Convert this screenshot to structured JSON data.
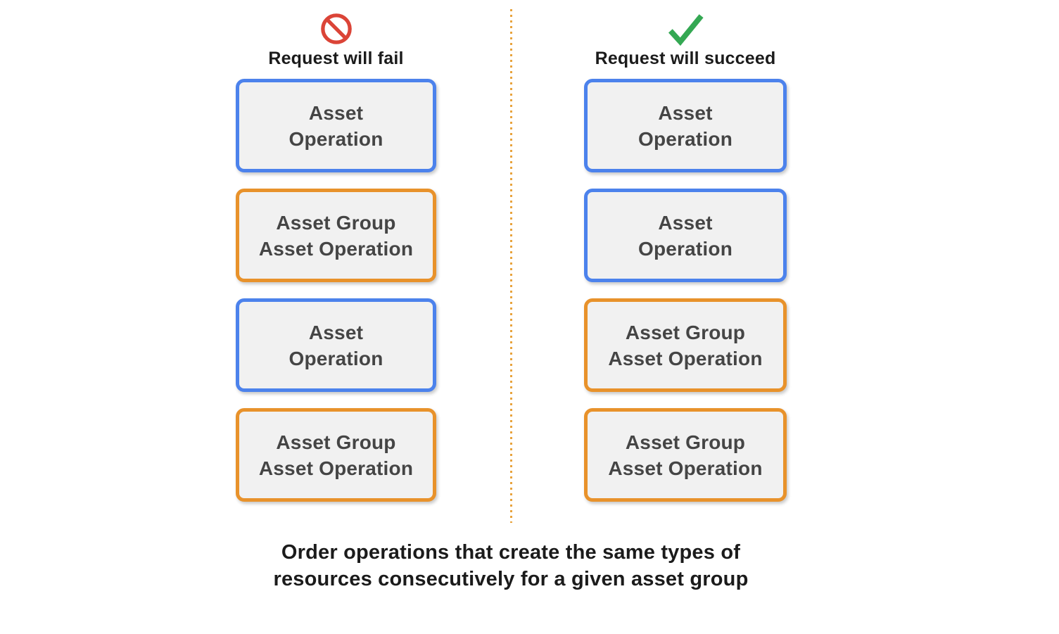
{
  "columns": [
    {
      "header": {
        "icon": "prohibition-icon",
        "label": "Request will fail"
      },
      "boxes": [
        {
          "type": "asset-operation",
          "lines": [
            "Asset",
            "Operation"
          ]
        },
        {
          "type": "asset-group-asset-operation",
          "lines": [
            "Asset Group",
            "Asset Operation"
          ]
        },
        {
          "type": "asset-operation",
          "lines": [
            "Asset",
            "Operation"
          ]
        },
        {
          "type": "asset-group-asset-operation",
          "lines": [
            "Asset Group",
            "Asset Operation"
          ]
        }
      ]
    },
    {
      "header": {
        "icon": "checkmark-icon",
        "label": "Request will succeed"
      },
      "boxes": [
        {
          "type": "asset-operation",
          "lines": [
            "Asset",
            "Operation"
          ]
        },
        {
          "type": "asset-operation",
          "lines": [
            "Asset",
            "Operation"
          ]
        },
        {
          "type": "asset-group-asset-operation",
          "lines": [
            "Asset Group",
            "Asset Operation"
          ]
        },
        {
          "type": "asset-group-asset-operation",
          "lines": [
            "Asset Group",
            "Asset Operation"
          ]
        }
      ]
    }
  ],
  "caption": "Order operations that create the same types of resources consecutively for a given asset group",
  "colors": {
    "asset-operation-border": "#4c82ec",
    "asset-group-border": "#e8922b",
    "box-fill": "#f1f1f1",
    "box-text": "#454545",
    "heading-text": "#1b1b1b",
    "fail-icon-red": "#db4437",
    "success-icon-green": "#34a853",
    "divider-orange": "#e8a33d",
    "page-bg": "#ffffff"
  }
}
